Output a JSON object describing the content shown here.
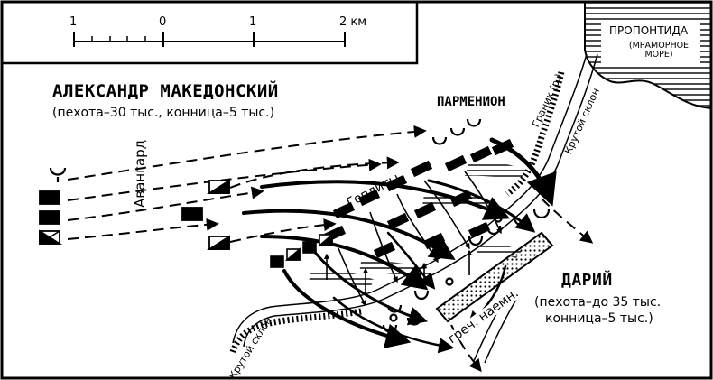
{
  "scale": {
    "ticks": [
      "1",
      "0",
      "1",
      "2 км"
    ]
  },
  "labels": {
    "alexander": "АЛЕКСАНДР МАКЕДОНСКИЙ",
    "alexander_forces": "(пехота–30 тыс., конница–5 тыс.)",
    "parmenion": "ПАРМЕНИОН",
    "avangard": "Авангард",
    "hoplites": "Гоплиты",
    "darius": "ДАРИЙ",
    "darius_forces_line1": "(пехота–до 35 тыс.",
    "darius_forces_line2": "конница–5 тыс.)",
    "greek_mercenaries": "греч. наемн.",
    "propontis": "ПРОПОНТИДА",
    "marmara": "(МРАМОРНОЕ МОРЕ)",
    "granik": "Граник (р.)",
    "steep_slope_top": "Крутой склон",
    "steep_slope_bottom": "Крутой склон"
  },
  "colors": {
    "ink": "#000000",
    "paper": "#ffffff"
  }
}
